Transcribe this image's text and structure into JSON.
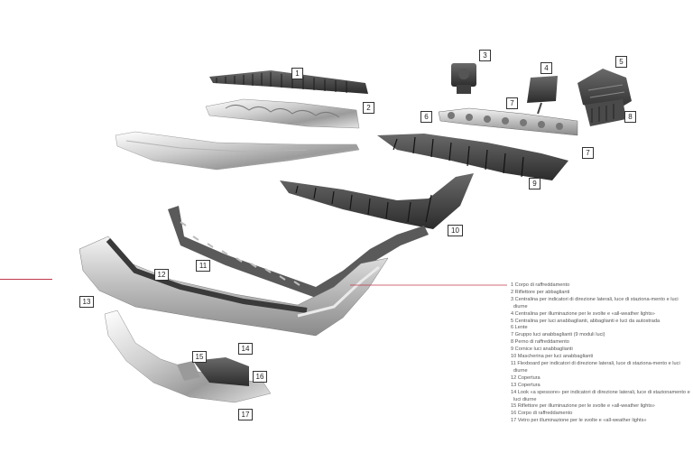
{
  "callouts": [
    "1",
    "2",
    "3",
    "4",
    "5",
    "6",
    "7",
    "7",
    "8",
    "9",
    "10",
    "11",
    "12",
    "13",
    "14",
    "15",
    "16",
    "17"
  ],
  "legend": [
    "1 Corpo di raffreddamento",
    "2 Riflettore per abbaglianti",
    "3 Centralina per indicatori di direzione laterali, luce di staziona-mento e luci diurne",
    "4 Centralina per illuminazione per le svolte e «all-weather lights»",
    "5 Centralina per luci anabbaglianti, abbaglianti e luci da autostrada",
    "6 Lente",
    "7 Gruppo luci anabbaglianti (9 moduli luci)",
    "8 Perno di raffreddamento",
    "9 Cornice luci anabbaglianti",
    "10 Mascherina per luci anabbaglianti",
    "11 Flexboard per indicatori di direzione laterali, luce di staziona-mento e luci diurne",
    "12 Copertura",
    "13 Copertura",
    "14 Look «a spessore» per indicatori di direzione laterali, luce di stazionamento e luci diurne",
    "15 Riflettore per illuminazione per le svolte e «all-weather lights»",
    "16 Corpo di raffreddamento",
    "17 Vetro per illuminazione per le svolte e «all-weather lights»"
  ],
  "colors": {
    "accent": "#c0394b",
    "part_dark": "#3a3a3a",
    "part_light": "#dcdcdc"
  }
}
